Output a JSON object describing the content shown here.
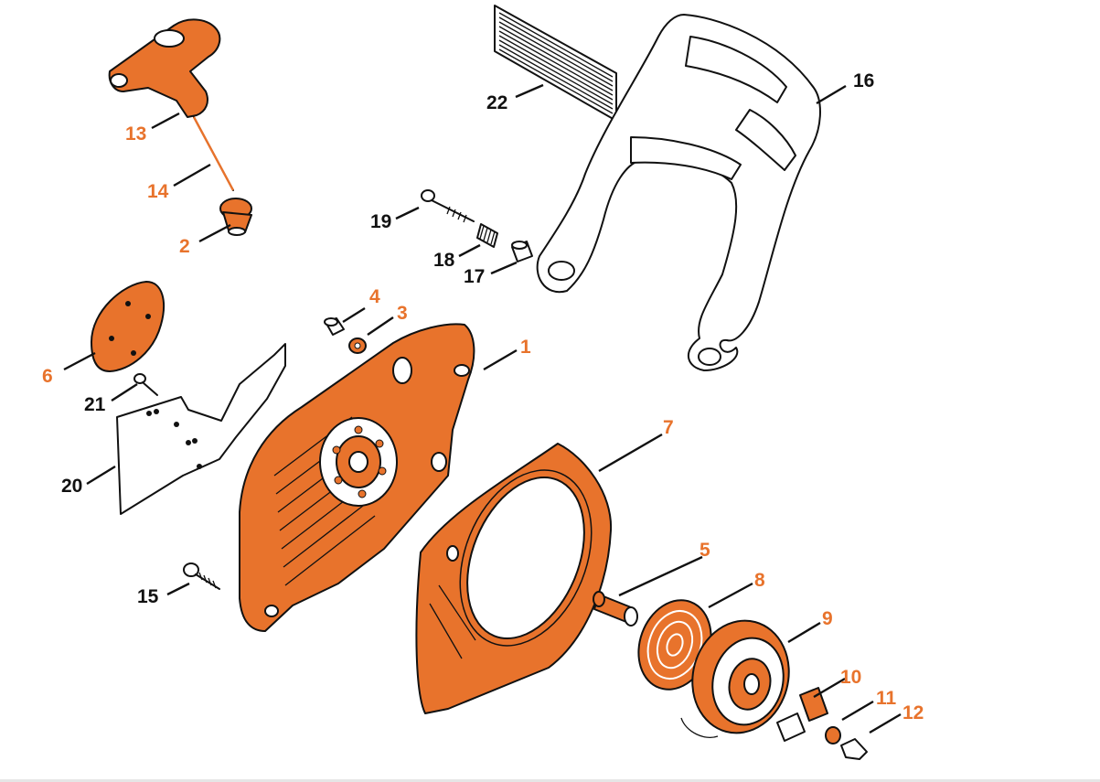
{
  "colors": {
    "accent": "#E8732C",
    "ink": "#111111",
    "part_fill": "#FFFFFF"
  },
  "parts": [
    {
      "number": "1",
      "highlighted": true
    },
    {
      "number": "2",
      "highlighted": true
    },
    {
      "number": "3",
      "highlighted": true
    },
    {
      "number": "4",
      "highlighted": true
    },
    {
      "number": "5",
      "highlighted": true
    },
    {
      "number": "6",
      "highlighted": true
    },
    {
      "number": "7",
      "highlighted": true
    },
    {
      "number": "8",
      "highlighted": true
    },
    {
      "number": "9",
      "highlighted": true
    },
    {
      "number": "10",
      "highlighted": true
    },
    {
      "number": "11",
      "highlighted": true
    },
    {
      "number": "12",
      "highlighted": true
    },
    {
      "number": "13",
      "highlighted": true
    },
    {
      "number": "14",
      "highlighted": true
    },
    {
      "number": "15",
      "highlighted": false
    },
    {
      "number": "16",
      "highlighted": false
    },
    {
      "number": "17",
      "highlighted": false
    },
    {
      "number": "18",
      "highlighted": false
    },
    {
      "number": "19",
      "highlighted": false
    },
    {
      "number": "20",
      "highlighted": false
    },
    {
      "number": "21",
      "highlighted": false
    },
    {
      "number": "22",
      "highlighted": false
    }
  ]
}
